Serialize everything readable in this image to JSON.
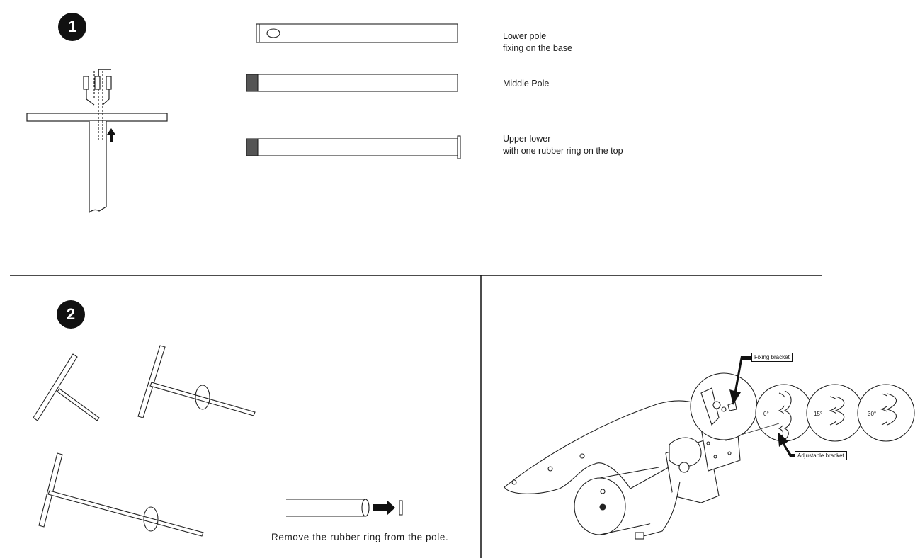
{
  "step1": {
    "number": "1",
    "poles": [
      {
        "line1": "Lower pole",
        "line2": "fixing on the base"
      },
      {
        "line1": "Middle Pole",
        "line2": ""
      },
      {
        "line1": "Upper lower",
        "line2": "with one rubber ring on the top"
      }
    ]
  },
  "step2": {
    "number": "2",
    "caption": "Remove the rubber ring from the pole."
  },
  "step3": {
    "fixing_bracket": "Fixing bracket",
    "adjustable_bracket": "Adjustable bracket",
    "angles": [
      "0°",
      "15°",
      "30°"
    ]
  }
}
